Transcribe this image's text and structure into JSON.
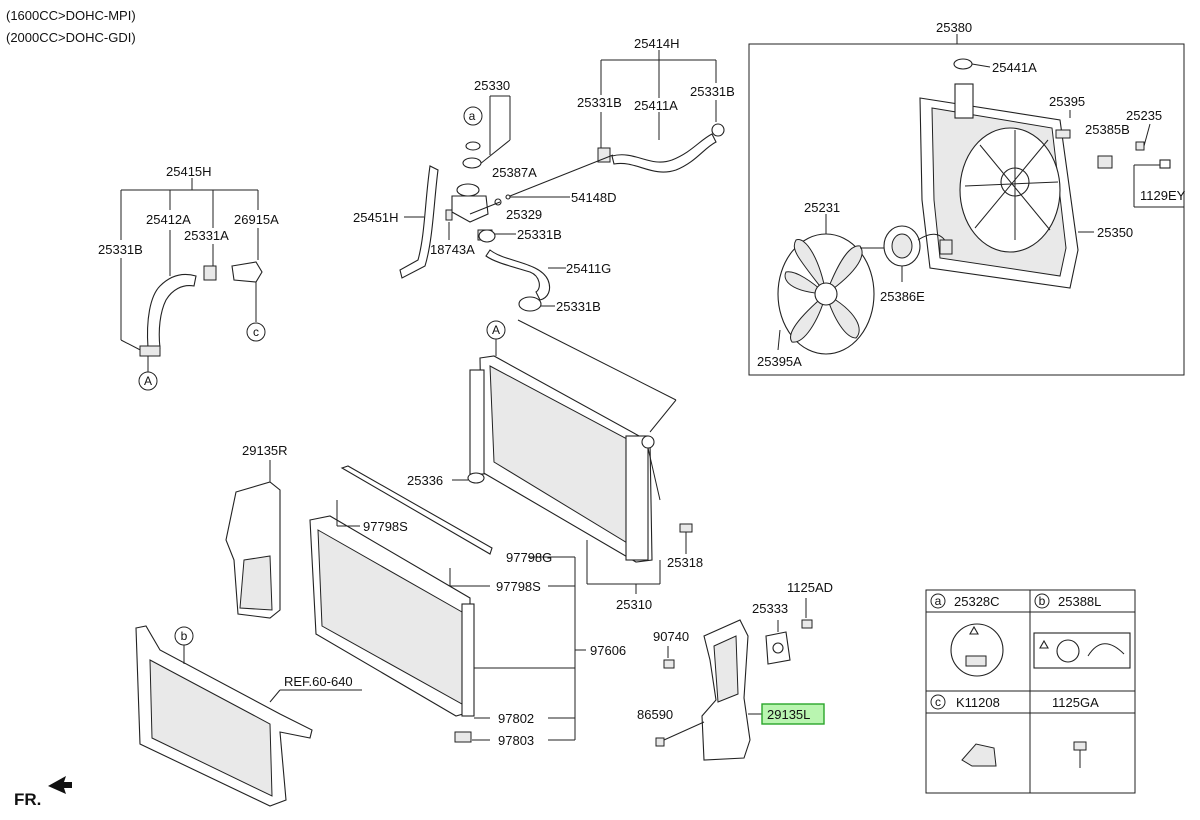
{
  "header": {
    "engine_line_1": "(1600CC>DOHC-MPI)",
    "engine_line_2": "(2000CC>DOHC-GDI)"
  },
  "labels": {
    "p25414H": "25414H",
    "p25330": "25330",
    "p25331B_top_left": "25331B",
    "p25411A": "25411A",
    "p25331B_top_right": "25331B",
    "p25387A": "25387A",
    "p54148D": "54148D",
    "p25329": "25329",
    "p25451H": "25451H",
    "p18743A": "18743A",
    "p25331B_mid": "25331B",
    "p25411G": "25411G",
    "p25331B_low": "25331B",
    "p25415H": "25415H",
    "p25412A": "25412A",
    "p25331A": "25331A",
    "p26915A": "26915A",
    "p25331B_left": "25331B",
    "p25380": "25380",
    "p25441A": "25441A",
    "p25395": "25395",
    "p25235": "25235",
    "p25385B": "25385B",
    "p1129EY": "1129EY",
    "p25231": "25231",
    "p25350": "25350",
    "p25386E": "25386E",
    "p25395A": "25395A",
    "p29135R": "29135R",
    "p25336": "25336",
    "p97798S_a": "97798S",
    "p97798G": "97798G",
    "p97798S_b": "97798S",
    "p97606": "97606",
    "p97802": "97802",
    "p97803": "97803",
    "p25318": "25318",
    "p25310": "25310",
    "p1125AD": "1125AD",
    "p25333": "25333",
    "p90740": "90740",
    "p29135L": "29135L",
    "p86590": "86590",
    "ref": "REF.60-640",
    "front": "FR."
  },
  "callouts": {
    "a": "a",
    "b": "b",
    "c": "c",
    "A": "A"
  },
  "legend": {
    "cells": [
      {
        "key": "a",
        "part": "25328C"
      },
      {
        "key": "b",
        "part": "25388L"
      },
      {
        "key": "c",
        "part": "K11208"
      },
      {
        "key": "",
        "part": "1125GA"
      }
    ]
  },
  "colors": {
    "highlight_fill": "#b9f5b0",
    "highlight_stroke": "#2aa52a"
  }
}
